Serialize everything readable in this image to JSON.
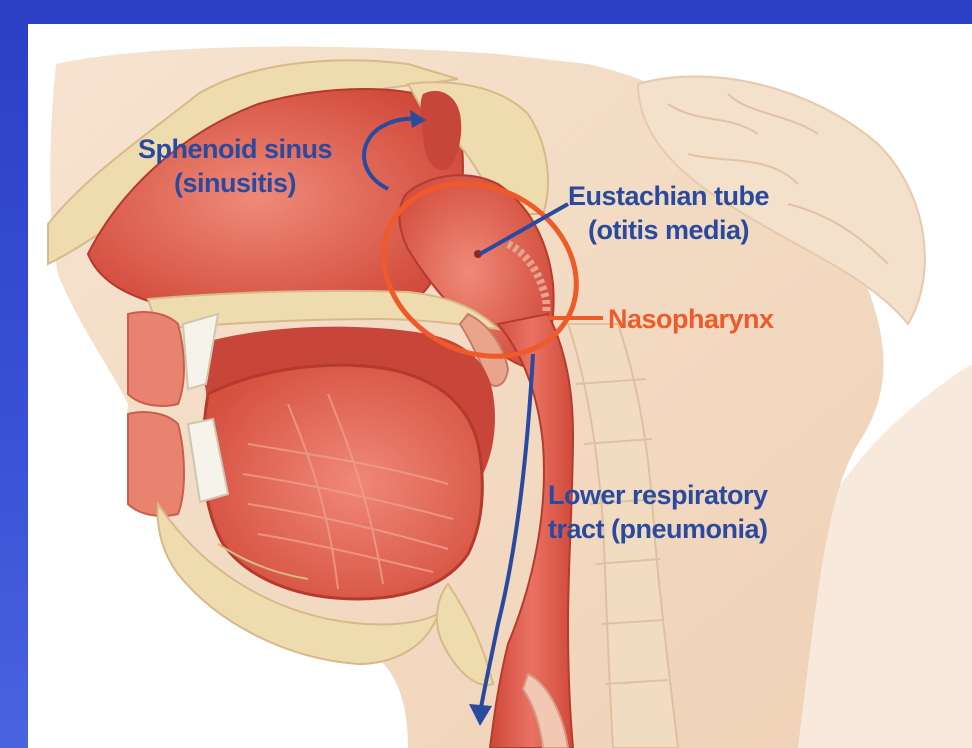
{
  "labels": {
    "sphenoid_sinus": {
      "line1": "Sphenoid sinus",
      "line2": "(sinusitis)"
    },
    "eustachian_tube": {
      "line1": "Eustachian tube",
      "line2": "(otitis media)"
    },
    "nasopharynx": "Nasopharynx",
    "lower_respiratory": {
      "line1": "Lower respiratory",
      "line2": "tract (pneumonia)"
    }
  },
  "colors": {
    "background": "#3a52d6",
    "label_blue": "#2a4aa0",
    "label_orange": "#ef5a2a",
    "skin": "#f3dcc4",
    "tissue_red": "#e0584a",
    "bone": "#efdcae"
  }
}
